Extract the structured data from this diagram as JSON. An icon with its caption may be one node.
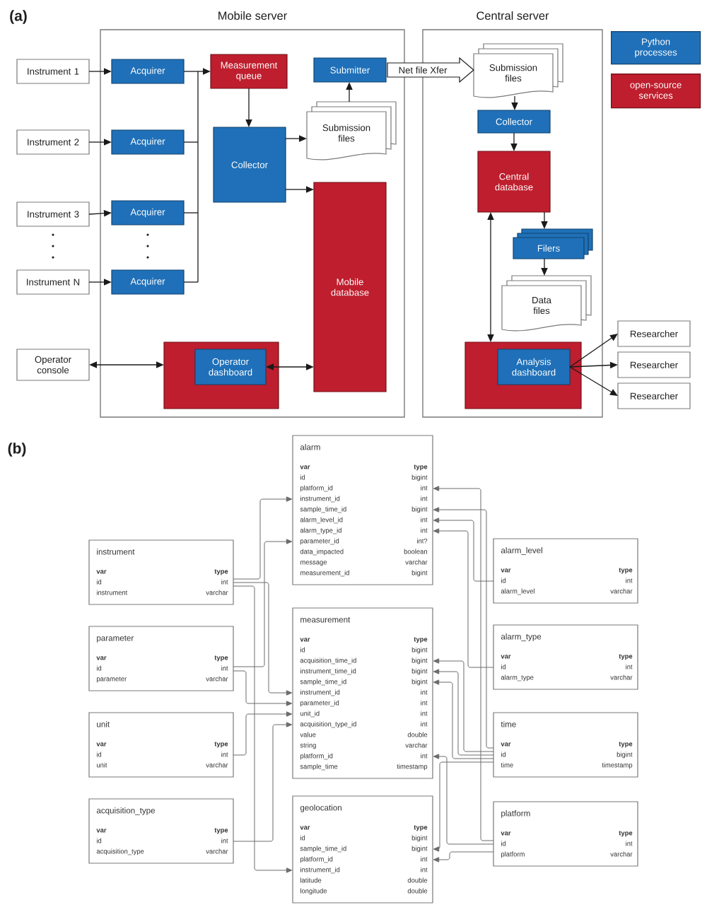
{
  "diagram": {
    "nodes": [
      {
        "text": [
          "Mobile server"
        ]
      },
      {
        "text": [
          "Central server"
        ]
      },
      {
        "text": [
          "Instrument 1"
        ]
      },
      {
        "text": [
          "Instrument 2"
        ]
      },
      {
        "text": [
          "Instrument 3"
        ]
      },
      {
        "text": [
          "Instrument N"
        ]
      },
      {
        "text": [
          "Acquirer"
        ],
        "in": 0
      },
      {
        "text": [
          "Acquirer"
        ],
        "in": 0
      },
      {
        "text": [
          "Acquirer"
        ],
        "in": 0
      },
      {
        "text": [
          "Acquirer"
        ],
        "in": 0
      },
      {
        "text": [
          "Measurement queue"
        ],
        "in": 0
      },
      {
        "text": [
          "Collector"
        ],
        "in": 0
      },
      {
        "text": [
          "Submitter"
        ],
        "in": 0
      },
      {
        "text": [
          "Submission files"
        ],
        "in": 0
      },
      {
        "text": [
          "Mobile database"
        ],
        "in": 0
      },
      {
        "text": [],
        "shape": "box",
        "in": 0
      },
      {
        "text": [
          "Operator dashboard"
        ],
        "in": 15
      },
      {
        "text": [
          "Operator console"
        ]
      },
      {
        "text": [
          "Submission files"
        ],
        "in": 1
      },
      {
        "text": [
          "Collector"
        ],
        "in": 1
      },
      {
        "text": [
          "Central database"
        ],
        "in": 1
      },
      {
        "text": [
          "Filers"
        ],
        "in": 1
      },
      {
        "text": [
          "Data files"
        ],
        "in": 1
      },
      {
        "text": [],
        "shape": "box",
        "in": 1
      },
      {
        "text": [
          "Analysis dashboard"
        ],
        "in": 23
      },
      {
        "text": [
          "Researcher"
        ]
      },
      {
        "text": [
          "Researcher"
        ]
      },
      {
        "text": [
          "Researcher"
        ]
      },
      {
        "text": [
          "alarm",
          "var",
          "type",
          "id",
          "bigint",
          "platform_id",
          "int",
          "instrument_id",
          "int",
          "sample_time_id",
          "bigint",
          "alarm_level_id",
          "int",
          "alarm_type_id",
          "int",
          "parameter_id",
          "int?",
          "data_impacted",
          "boolean",
          "message",
          "varchar",
          "measurement_id",
          "bigint"
        ]
      },
      {
        "text": [
          "instrument",
          "var",
          "type",
          "id",
          "int",
          "instrument",
          "varchar"
        ]
      },
      {
        "text": [
          "parameter",
          "var",
          "type",
          "id",
          "int",
          "parameter",
          "varchar"
        ]
      },
      {
        "text": [
          "unit",
          "var",
          "type",
          "id",
          "int",
          "unit",
          "varchar"
        ]
      },
      {
        "text": [
          "acquisition_type",
          "var",
          "type",
          "id",
          "int",
          "acquisition_type",
          "varchar"
        ]
      },
      {
        "text": [
          "measurement",
          "var",
          "type",
          "id",
          "bigint",
          "acquisition_time_id",
          "bigint",
          "instrument_time_id",
          "bigint",
          "sample_time_id",
          "bigint",
          "instrument_id",
          "int",
          "parameter_id",
          "int",
          "unit_id",
          "int",
          "acquisition_type_id",
          "int",
          "value",
          "double",
          "string",
          "varchar",
          "platform_id",
          "int",
          "sample_time",
          "timestamp"
        ]
      },
      {
        "text": [
          "geolocation",
          "var",
          "type",
          "id",
          "bigint",
          "sample_time_id",
          "bigint",
          "platform_id",
          "int",
          "instrument_id",
          "int",
          "latitude",
          "double",
          "longitude",
          "double"
        ]
      },
      {
        "text": [
          "alarm_level",
          "var",
          "type",
          "id",
          "int",
          "alarm_level",
          "varchar"
        ]
      },
      {
        "text": [
          "alarm_type",
          "var",
          "type",
          "id",
          "int",
          "alarm_type",
          "varchar"
        ]
      },
      {
        "text": [
          "time",
          "var",
          "type",
          "id",
          "bigint",
          "time",
          "timestamp"
        ]
      },
      {
        "text": [
          "platform",
          "var",
          "type",
          "id",
          "int",
          "platform",
          "varchar"
        ]
      }
    ],
    "edges": [
      {
        "from": 2,
        "to": 6,
        "arrow": "to"
      },
      {
        "from": 3,
        "to": 7,
        "arrow": "to"
      },
      {
        "from": 4,
        "to": 8,
        "arrow": "to"
      },
      {
        "from": 5,
        "to": 9,
        "arrow": "to"
      },
      {
        "from": 6,
        "to": 10,
        "arrow": "to"
      },
      {
        "from": 7,
        "to": 10,
        "arrow": "to"
      },
      {
        "from": 8,
        "to": 10,
        "arrow": "to"
      },
      {
        "from": 9,
        "to": 10,
        "arrow": "to"
      },
      {
        "from": 10,
        "to": 11,
        "arrow": "to"
      },
      {
        "from": 11,
        "to": 13,
        "arrow": "to"
      },
      {
        "from": 11,
        "to": 14,
        "arrow": "to"
      },
      {
        "from": 13,
        "to": 12,
        "arrow": "to"
      },
      {
        "from": 12,
        "to": 18,
        "arrow": "to",
        "label": "Net file Xfer",
        "style": "thick"
      },
      {
        "from": 17,
        "to": 15,
        "arrow": "both"
      },
      {
        "from": 16,
        "to": 14,
        "arrow": "both"
      },
      {
        "from": 18,
        "to": 19,
        "arrow": "to"
      },
      {
        "from": 19,
        "to": 20,
        "arrow": "to"
      },
      {
        "from": 20,
        "to": 21,
        "arrow": "to"
      },
      {
        "from": 21,
        "to": 22,
        "arrow": "to"
      },
      {
        "from": 20,
        "to": 23,
        "arrow": "both"
      },
      {
        "from": 24,
        "to": 25,
        "arrow": "to"
      },
      {
        "from": 24,
        "to": 26,
        "arrow": "to"
      },
      {
        "from": 24,
        "to": 27,
        "arrow": "to"
      },
      {
        "from": 29,
        "to": 28,
        "arrow": "to",
        "color": "#6b6b6b"
      },
      {
        "from": 29,
        "to": 33,
        "arrow": "to",
        "color": "#6b6b6b"
      },
      {
        "from": 29,
        "to": 34,
        "arrow": "to",
        "color": "#6b6b6b"
      },
      {
        "from": 30,
        "to": 28,
        "arrow": "to",
        "color": "#6b6b6b"
      },
      {
        "from": 30,
        "to": 33,
        "arrow": "to",
        "color": "#6b6b6b"
      },
      {
        "from": 31,
        "to": 33,
        "arrow": "to",
        "color": "#6b6b6b"
      },
      {
        "from": 32,
        "to": 33,
        "arrow": "to",
        "color": "#6b6b6b"
      },
      {
        "from": 38,
        "to": 28,
        "arrow": "to",
        "color": "#6b6b6b"
      },
      {
        "from": 37,
        "to": 28,
        "arrow": "to",
        "color": "#6b6b6b"
      },
      {
        "from": 35,
        "to": 28,
        "arrow": "to",
        "color": "#6b6b6b"
      },
      {
        "from": 36,
        "to": 28,
        "arrow": "to",
        "color": "#6b6b6b"
      },
      {
        "from": 37,
        "to": 33,
        "arrow": "to",
        "color": "#6b6b6b"
      },
      {
        "from": 37,
        "to": 33,
        "arrow": "to",
        "color": "#6b6b6b"
      },
      {
        "from": 37,
        "to": 33,
        "arrow": "to",
        "color": "#6b6b6b"
      },
      {
        "from": 38,
        "to": 33,
        "arrow": "to",
        "color": "#6b6b6b"
      },
      {
        "from": 37,
        "to": 34,
        "arrow": "to",
        "color": "#6b6b6b"
      },
      {
        "from": 38,
        "to": 34,
        "arrow": "to",
        "color": "#6b6b6b"
      }
    ],
    "labels": [
      "(a)",
      "(b)"
    ],
    "legend": [
      {
        "text": "Python processes",
        "color": "#1f70b8"
      },
      {
        "text": "open-source services",
        "color": "#be1e2d"
      }
    ]
  }
}
